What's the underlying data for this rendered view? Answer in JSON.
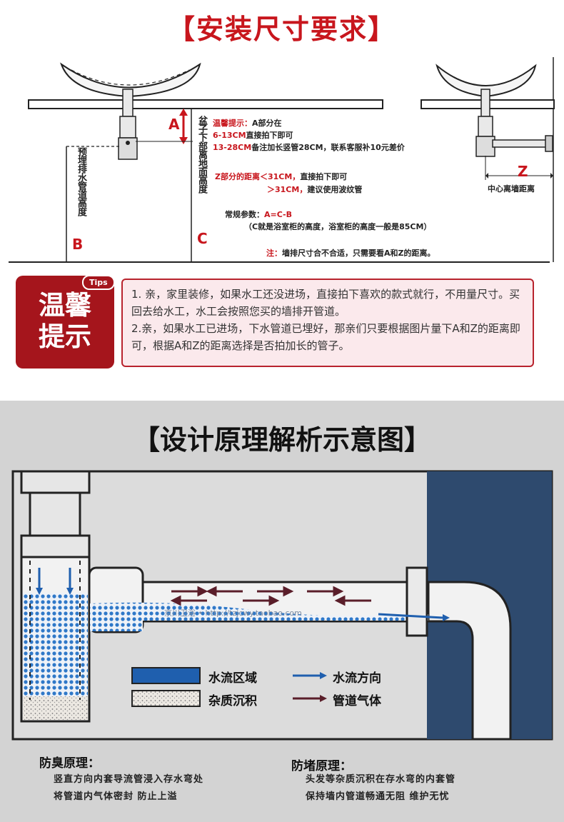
{
  "section1": {
    "title": "【安装尺寸要求】",
    "label_a": "A",
    "label_b": "B",
    "label_c": "C",
    "label_z": "Z",
    "vertical_label_b": "预埋排水管道高度",
    "vertical_label_c": "盆子下部离地面高度",
    "z_caption": "中心离墙距离",
    "note_head": "温馨提示：",
    "note_line1": "A部分在",
    "note_line2_red": "6-13CM",
    "note_line2": "直接拍下即可",
    "note_line3_red": "13-28CM",
    "note_line3": "备注加长竖管28CM，联系客服补10元差价",
    "z_line1_red": "Z部分的距离＜31CM，",
    "z_line1": "直接拍下即可",
    "z_line2_red": "＞31CM，",
    "z_line2": "建议使用波纹管",
    "param_line": "常规参数：",
    "param_red": "A=C-B",
    "param_note": "（C就是浴室柜的高度，浴室柜的高度一般是85CM）",
    "wall_note_red": "注：",
    "wall_note": "墙排尺寸合不合适，只需要看A和Z的距离。"
  },
  "tips": {
    "badge": "Tips",
    "title_line1": "温馨",
    "title_line2": "提示",
    "line1": "1. 亲，家里装修，如果水工还没进场，直接拍下喜欢的款式就行，不用量尺寸。买回去给水工，水工会按照您买的墙排开管道。",
    "line2": "2.亲，如果水工已进场，下水管道已埋好，那亲们只要根据图片量下A和Z的距离即可，根据A和Z的距离选择是否拍加长的管子。"
  },
  "section2": {
    "title": "【设计原理解析示意图】",
    "legend_water_area": "水流区域",
    "legend_sediment": "杂质沉积",
    "legend_flow_dir": "水流方向",
    "legend_gas": "管道气体",
    "anti_odor_title": "防臭原理：",
    "anti_odor_line1": "竖直方向内套导流管浸入存水弯处",
    "anti_odor_line2": "将管道内气体密封 防止上溢",
    "anti_clog_title": "防堵原理：",
    "anti_clog_line1": "头发等杂质沉积在存水弯的内套管",
    "anti_clog_line2": "保持墙内管道畅通无阻 维护无忧",
    "watermark": "京川卫浴 • http://tzjcwy.taobao.com"
  },
  "colors": {
    "brand_red": "#c8161d",
    "tips_red": "#a5151c",
    "wall_blue": "#2e4a6e",
    "water_blue": "#1f5fae",
    "panel_grey": "#d3d3d3"
  }
}
